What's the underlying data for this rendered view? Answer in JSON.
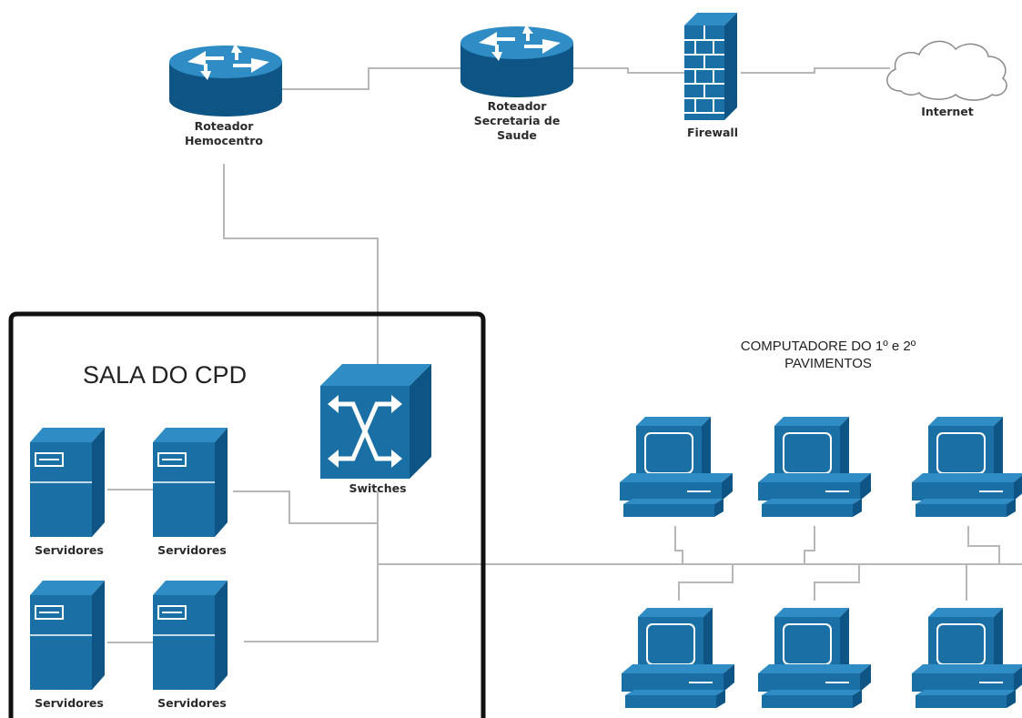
{
  "colors": {
    "device_fill": "#1a6fa5",
    "device_dark": "#0e5585",
    "device_light": "#2f8cc4",
    "line": "#b7b7b7",
    "border": "#111111"
  },
  "nodes": {
    "router_hemocentro": {
      "icon": "router-icon",
      "label_lines": [
        "Roteador",
        "Hemocentro"
      ]
    },
    "router_secretaria": {
      "icon": "router-icon",
      "label_lines": [
        "Roteador",
        "Secretaria de",
        "Saude"
      ]
    },
    "firewall": {
      "icon": "firewall-icon",
      "label": "Firewall"
    },
    "internet": {
      "icon": "cloud-icon",
      "label": "Internet"
    },
    "switch": {
      "icon": "switch-icon",
      "label": "Switches"
    }
  },
  "cpd_room": {
    "title": "SALA DO CPD"
  },
  "servers": [
    {
      "label": "Servidores"
    },
    {
      "label": "Servidores"
    },
    {
      "label": "Servidores"
    },
    {
      "label": "Servidores"
    }
  ],
  "computers_group": {
    "title_lines": [
      "COMPUTADORE DO 1º e 2º",
      "PAVIMENTOS"
    ],
    "count": 6
  }
}
